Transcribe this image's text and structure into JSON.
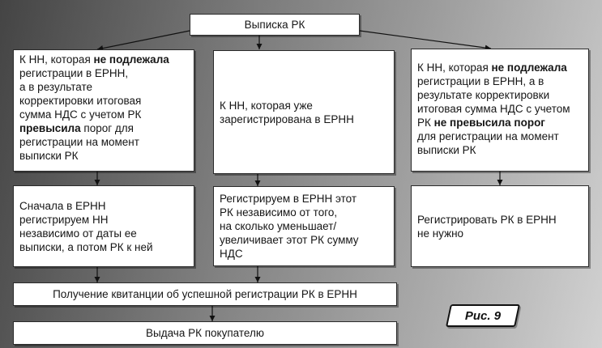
{
  "diagram": {
    "top_box": "Выписка РК",
    "branch_left": {
      "a": "К НН, которая ",
      "b": "не подлежала",
      "c": "\nрегистрации в ЕРНН,\nа в результате\nкорректировки итоговая\nсумма НДС с учетом РК\n",
      "d": "превысила",
      "e": " порог для\nрегистрации на момент\nвыписки РК"
    },
    "branch_middle": "К НН, которая уже\nзарегистрирована в ЕРНН",
    "branch_right": {
      "a": "К НН, которая ",
      "b": "не подлежала",
      "c": "\nрегистрации в ЕРНН, а в\nрезультате корректировки\nитоговая сумма НДС с учетом\nРК ",
      "d": "не превысила порог",
      "e": "\nдля регистрации на момент\nвыписки РК"
    },
    "result_left": "Сначала в ЕРНН\nрегистрируем НН\nнезависимо от даты ее\nвыписки, а потом РК к ней",
    "result_middle": "Регистрируем в ЕРНН этот\nРК независимо от того,\nна сколько уменьшает/\nувеличивает этот РК сумму\nНДС",
    "result_right": "Регистрировать РК в ЕРНН\nне нужно",
    "receipt_box": "Получение квитанции об успешной регистрации РК в ЕРНН",
    "issue_box": "Выдача РК покупателю",
    "figure_label": "Рис. 9"
  },
  "colors": {
    "box_fill": "#ffffff",
    "box_border": "#2a2a2a",
    "connector": "#111111",
    "background_dark": "#4a4a4a",
    "background_light": "#cfcfcf"
  }
}
